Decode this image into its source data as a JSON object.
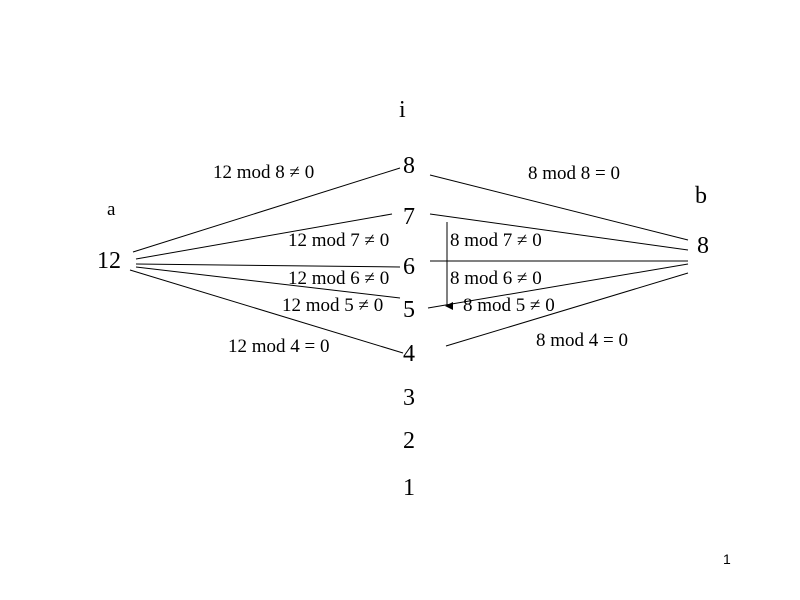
{
  "labels": {
    "i": "i",
    "a": "a",
    "b": "b",
    "a_value": "12",
    "b_value": "8"
  },
  "numbers": [
    "8",
    "7",
    "6",
    "5",
    "4",
    "3",
    "2",
    "1"
  ],
  "left_conditions": {
    "mod8": "12 mod 8 ≠ 0",
    "mod7": "12 mod 7 ≠ 0",
    "mod6": "12 mod 6 ≠ 0",
    "mod5": "12 mod 5 ≠ 0",
    "mod4": "12 mod 4 = 0"
  },
  "right_conditions": {
    "mod8": "8 mod 8 = 0",
    "mod7": "8 mod 7 ≠ 0",
    "mod6": "8 mod 6 ≠ 0",
    "mod5": "8 mod 5 ≠ 0",
    "mod4": "8 mod 4 = 0"
  },
  "page_number": "1",
  "colors": {
    "line": "#000000",
    "text": "#000000",
    "background": "#ffffff"
  }
}
